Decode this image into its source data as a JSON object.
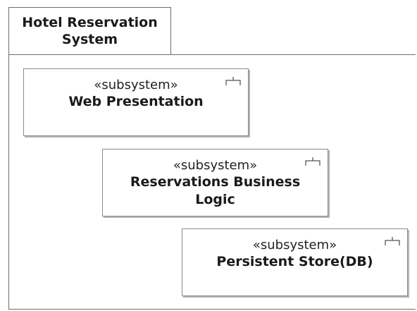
{
  "package": {
    "title_line1": "Hotel Reservation",
    "title_line2": "System"
  },
  "subsystems": [
    {
      "stereotype": "«subsystem»",
      "name_line1": "Web Presentation",
      "name_line2": "",
      "icon": "subsystem-fork-icon"
    },
    {
      "stereotype": "«subsystem»",
      "name_line1": "Reservations Business",
      "name_line2": "Logic",
      "icon": "subsystem-fork-icon"
    },
    {
      "stereotype": "«subsystem»",
      "name_line1": "Persistent Store(DB)",
      "name_line2": "",
      "icon": "subsystem-fork-icon"
    }
  ],
  "colors": {
    "border": "#6e6e6e",
    "shadow": "#b5b5b5"
  }
}
